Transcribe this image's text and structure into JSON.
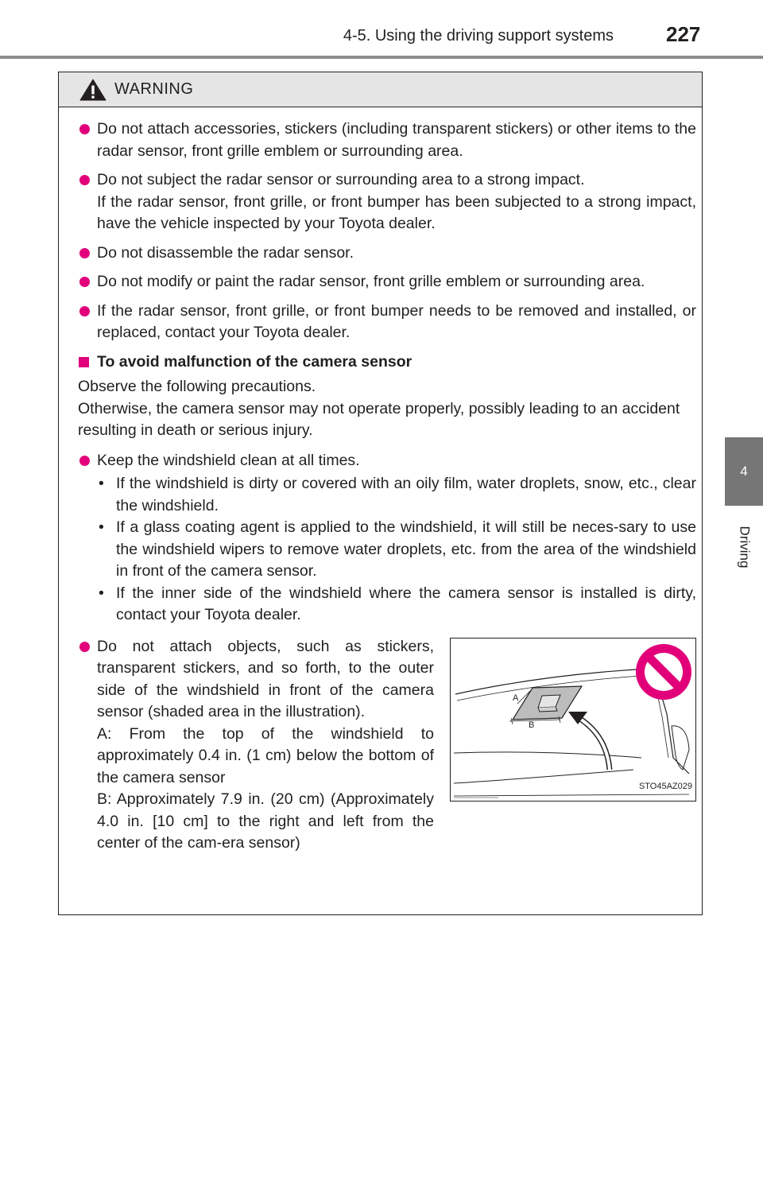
{
  "header": {
    "section_title": "4-5. Using the driving support systems",
    "page_number": "227"
  },
  "side_tab": {
    "chapter_number": "4",
    "chapter_label": "Driving"
  },
  "warning": {
    "title": "WARNING",
    "bullets_1": [
      "Do not attach accessories, stickers (including transparent stickers) or other items to the radar sensor, front grille emblem or surrounding area.",
      "Do not subject the radar sensor or surrounding area to a strong impact.",
      "Do not disassemble the radar sensor.",
      "Do not modify or paint the radar sensor, front grille emblem or surrounding area.",
      "If the radar sensor, front grille, or front bumper needs to be removed and installed, or replaced, contact your Toyota dealer."
    ],
    "bullet_2_continuation": "If the radar sensor, front grille, or front bumper has been subjected to a strong impact, have the vehicle inspected by your Toyota dealer.",
    "camera_heading": "To avoid malfunction of the camera sensor",
    "camera_intro_1": "Observe the following precautions.",
    "camera_intro_2": "Otherwise, the camera sensor may not operate properly, possibly leading to an accident resulting in death or serious injury.",
    "keep_clean": "Keep the windshield clean at all times.",
    "sub_items": [
      "If the windshield is dirty or covered with an oily film, water droplets, snow, etc., clear the windshield.",
      "If a glass coating agent is applied to the windshield, it will still be neces-sary to use the windshield wipers to remove water droplets, etc. from the area of the windshield in front of the camera sensor.",
      "If the inner side of the windshield where the camera sensor is installed is dirty, contact your Toyota dealer."
    ],
    "sub_bullet_glyph": "•",
    "attach_text": "Do not attach objects, such as stickers, transparent stickers, and so forth, to the outer side of the windshield in front of the camera sensor (shaded area in the illustration).",
    "label_a_text": "A: From the top of the windshield to approximately 0.4 in. (1 cm) below the bottom of the camera sensor",
    "label_b_text": "B: Approximately 7.9 in. (20 cm) (Approximately 4.0 in. [10 cm] to the right and left from the center of the cam-era sensor)",
    "illustration": {
      "code": "STO45AZ029",
      "label_a": "A",
      "label_b": "B",
      "prohibition_color": "#e2007a"
    }
  }
}
